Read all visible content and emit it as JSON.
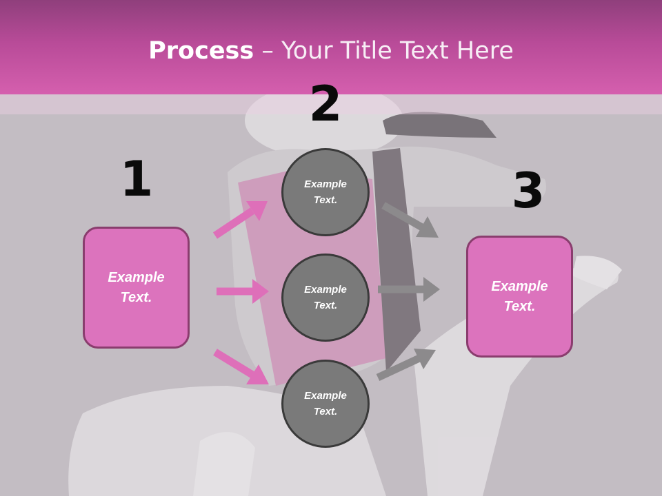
{
  "title": {
    "bold": "Process",
    "rest": " – Your Title Text Here"
  },
  "steps": [
    {
      "number": "1",
      "box_text": "Example Text."
    },
    {
      "number": "2",
      "circles": [
        "Example Text.",
        "Example Text.",
        "Example Text."
      ]
    },
    {
      "number": "3",
      "box_text": "Example Text."
    }
  ],
  "colors": {
    "header": "#c24ea1",
    "box_fill": "#dc73bd",
    "box_border": "#8a3d6e",
    "circle_fill": "#7a7a7a",
    "pink_arrow": "#de6fb9",
    "gray_arrow": "#8c8a8c"
  }
}
